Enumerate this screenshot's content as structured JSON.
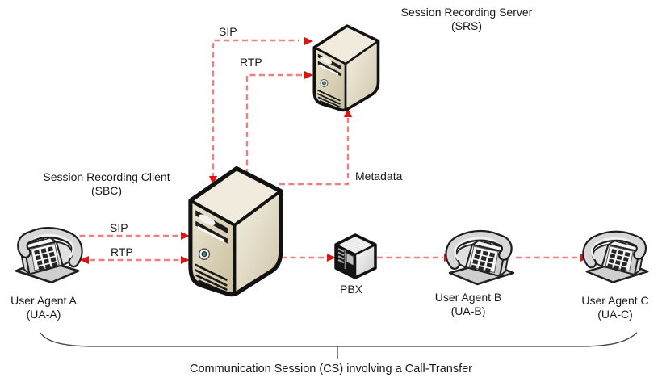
{
  "diagram": {
    "caption": "Communication Session (CS) involving a Call-Transfer",
    "nodes": {
      "srs": {
        "name_line": "Session Recording Server",
        "abbr_line": "(SRS)",
        "icon": "server-tower-icon"
      },
      "sbc": {
        "name_line": "Session Recording Client",
        "abbr_line": "(SBC)",
        "icon": "server-tower-icon"
      },
      "ua_a": {
        "name_line": "User Agent A",
        "abbr_line": "(UA-A)",
        "icon": "desk-phone-icon"
      },
      "ua_b": {
        "name_line": "User Agent B",
        "abbr_line": "(UA-B)",
        "icon": "desk-phone-icon"
      },
      "ua_c": {
        "name_line": "User Agent C",
        "abbr_line": "(UA-C)",
        "icon": "desk-phone-icon"
      },
      "pbx": {
        "name_line": "PBX",
        "icon": "pbx-switch-icon"
      }
    },
    "link_labels": {
      "srs_sip": "SIP",
      "srs_rtp": "RTP",
      "metadata": "Metadata",
      "ua_sip": "SIP",
      "ua_rtp": "RTP"
    },
    "colors": {
      "arrow_dash": "#f08080",
      "arrow_head": "#e01212",
      "server_body": "#ded5bb",
      "outline": "#111111",
      "text": "#1a1a1a"
    }
  }
}
